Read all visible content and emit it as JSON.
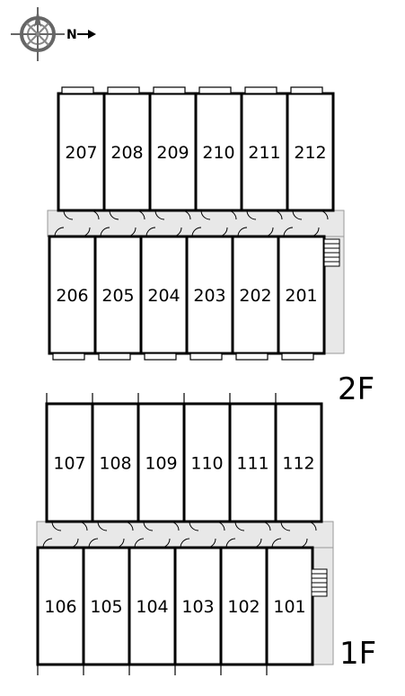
{
  "compass": {
    "north_letter": "N",
    "icon": "compass-rose-icon"
  },
  "floors": [
    {
      "id": "2f",
      "label": "2F",
      "back_units": [
        "207",
        "208",
        "209",
        "210",
        "211",
        "212"
      ],
      "front_units": [
        "206",
        "205",
        "204",
        "203",
        "202",
        "201"
      ]
    },
    {
      "id": "1f",
      "label": "1F",
      "back_units": [
        "107",
        "108",
        "109",
        "110",
        "111",
        "112"
      ],
      "front_units": [
        "106",
        "105",
        "104",
        "103",
        "102",
        "101"
      ]
    }
  ],
  "colors": {
    "wall": "#000000",
    "corridor": "#e8e8e8",
    "background": "#ffffff"
  }
}
